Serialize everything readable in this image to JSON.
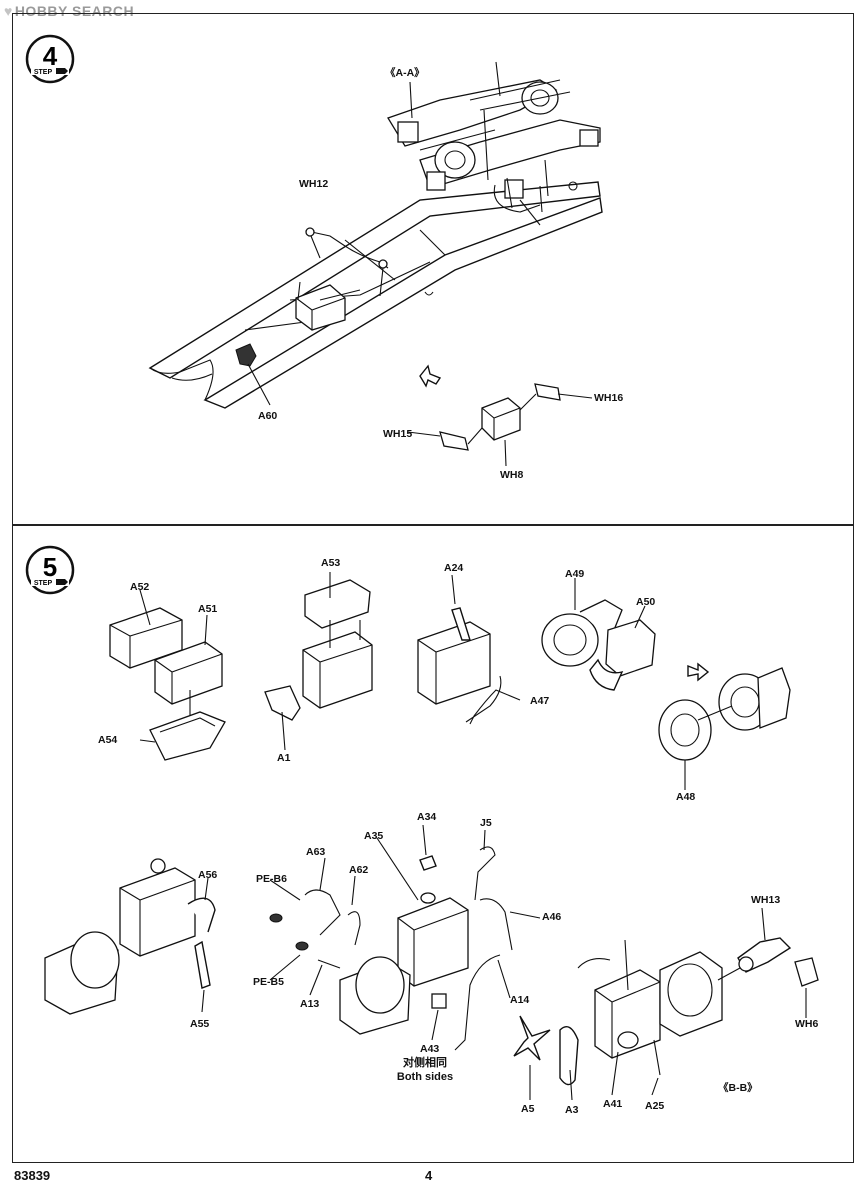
{
  "watermark": {
    "text": "HOBBY SEARCH"
  },
  "step4": {
    "badge_number": "4",
    "badge_word": "STEP",
    "labels": {
      "section": "《A-A》",
      "wh12": "WH12",
      "a60": "A60",
      "wh16": "WH16",
      "wh15": "WH15",
      "wh8": "WH8"
    }
  },
  "step5": {
    "badge_number": "5",
    "badge_word": "STEP",
    "labels": {
      "a52": "A52",
      "a51": "A51",
      "a54": "A54",
      "a53": "A53",
      "a1": "A1",
      "a24": "A24",
      "a47": "A47",
      "a49": "A49",
      "a50": "A50",
      "a48": "A48",
      "a56": "A56",
      "a55": "A55",
      "pe_b6": "PE-B6",
      "a63": "A63",
      "a62": "A62",
      "pe_b5": "PE-B5",
      "a13": "A13",
      "a35": "A35",
      "a34": "A34",
      "j5": "J5",
      "a46": "A46",
      "a14": "A14",
      "a43": "A43",
      "wh13": "WH13",
      "wh6": "WH6",
      "a5": "A5",
      "a3": "A3",
      "a41": "A41",
      "a25": "A25",
      "section": "《B-B》"
    },
    "note_cn": "对侧相同",
    "note_en": "Both sides"
  },
  "footer": {
    "code": "83839",
    "page": "4"
  }
}
